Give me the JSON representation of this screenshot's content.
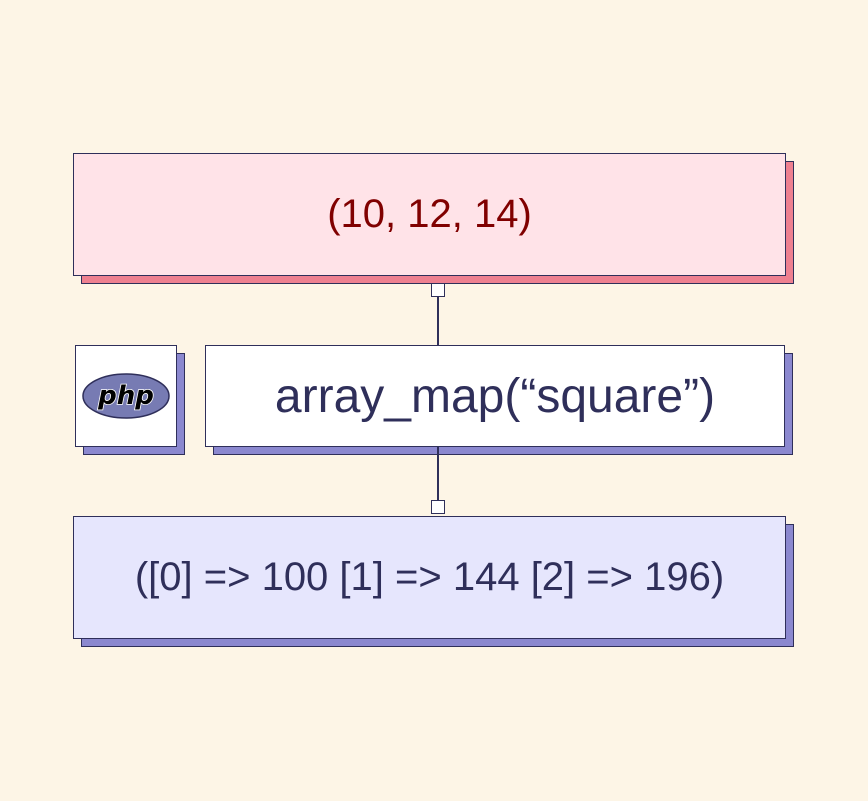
{
  "input": {
    "text": "(10, 12, 14)"
  },
  "logo": {
    "icon": "php-logo-icon",
    "text": "php"
  },
  "function": {
    "text": "array_map(“square”)"
  },
  "output": {
    "text": "([0] => 100 [1] => 144 [2] => 196)"
  },
  "colors": {
    "background": "#fdf5e6",
    "input_fill": "#ffe3e8",
    "input_shadow": "#ee8090",
    "input_text": "#800000",
    "function_fill": "#ffffff",
    "shadow_purple": "#8b88cf",
    "output_fill": "#e6e6fd",
    "ink": "#2f2f5a",
    "php_logo": "#777bb3"
  }
}
